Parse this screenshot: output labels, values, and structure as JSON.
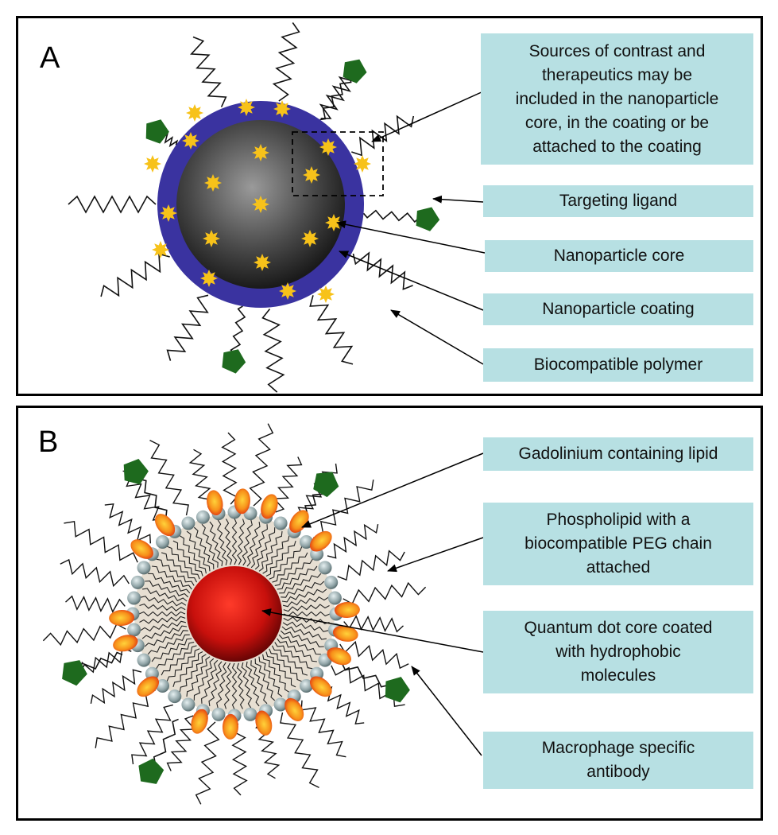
{
  "panel_a": {
    "label": "A",
    "callouts": {
      "sources": [
        "Sources of contrast and",
        "therapeutics may be",
        "included in the nanoparticle",
        "core, in the coating or be",
        "attached to the coating"
      ],
      "ligand": "Targeting ligand",
      "core": "Nanoparticle core",
      "coating": "Nanoparticle coating",
      "polymer": "Biocompatible polymer"
    }
  },
  "panel_b": {
    "label": "B",
    "callouts": {
      "gadolinium": "Gadolinium containing lipid",
      "phospholipid": [
        "Phospholipid with a",
        "biocompatible PEG chain",
        "attached"
      ],
      "quantum": [
        "Quantum dot core coated",
        "with hydrophobic",
        "molecules"
      ],
      "antibody": [
        "Macrophage specific",
        "antibody"
      ]
    }
  },
  "colors": {
    "callout_bg": "#b7e0e3",
    "coating": "#3a33a0",
    "core": "#555555",
    "star": "#f7c21a",
    "ligand": "#1e6a1e",
    "qd_core": "#d41410",
    "lipid_head": "#8fa3a6",
    "gadolinium": "#f9a21a"
  }
}
